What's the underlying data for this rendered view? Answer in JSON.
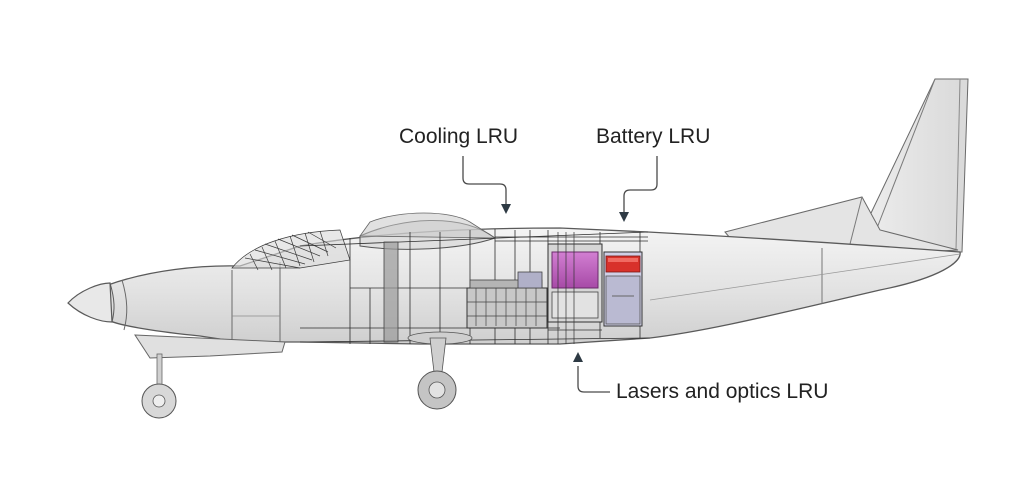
{
  "labels": {
    "cooling": "Cooling LRU",
    "battery": "Battery LRU",
    "lasers": "Lasers and optics LRU"
  },
  "colors": {
    "airframe_fill": "#e6e6e6",
    "airframe_stroke": "#5a5a5a",
    "wireframe": "#3a3a3a",
    "battery_magenta": "#c05cc0",
    "battery_red": "#d8312b",
    "callout_line": "#4a4a4a",
    "text": "#222222"
  }
}
